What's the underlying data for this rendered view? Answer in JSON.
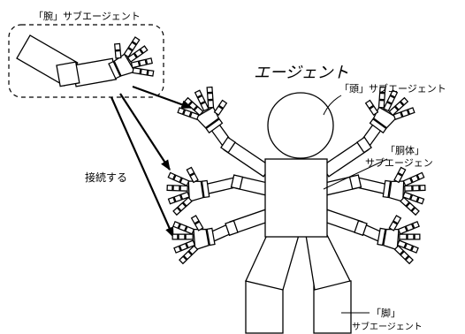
{
  "labels": {
    "arm_subagent": "「腕」サブエージェント",
    "agent": "エージェント",
    "head_subagent": "「頭」サブエージェント",
    "torso_subagent_line1": "「胴体」",
    "torso_subagent_line2": "サブエージェン",
    "connect": "接続する",
    "leg_subagent_line1": "「脚」",
    "leg_subagent_line2": "サブエージェント"
  },
  "colors": {
    "ink": "#000000",
    "paper": "#ffffff"
  }
}
